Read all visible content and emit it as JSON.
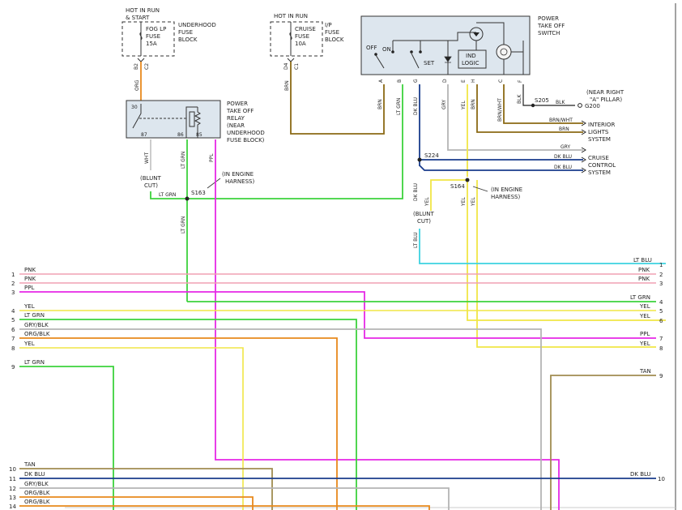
{
  "colors": {
    "orange": "#e8891c",
    "brown": "#8b6914",
    "lt_grn": "#3cd23c",
    "dk_blu": "#1a3c8c",
    "lt_blu": "#3cd2e0",
    "pink": "#f0a0b4",
    "ppl": "#e628e6",
    "yel": "#f0e646",
    "gry": "#b4b4b4",
    "tan": "#a08c50",
    "brn_wht": "#8b6914",
    "blk": "#222222",
    "box": "#dde6ee",
    "wire_dark": "#333333"
  },
  "fog_fuse": {
    "supply": [
      "HOT IN RUN",
      "& START"
    ],
    "block_label": [
      "UNDERHOOD",
      "FUSE",
      "BLOCK"
    ],
    "name": [
      "FOG LP",
      "FUSE",
      "15A"
    ],
    "pins": [
      "B2",
      "C2"
    ],
    "wire_label": "ORG"
  },
  "cruise_fuse": {
    "supply": "HOT IN RUN",
    "block_label": [
      "I/P",
      "FUSE",
      "BLOCK"
    ],
    "name": [
      "CRUISE",
      "FUSE",
      "10A"
    ],
    "pins": [
      "D4",
      "C1"
    ],
    "wire_label": "BRN"
  },
  "relay": {
    "title": [
      "POWER",
      "TAKE OFF",
      "RELAY",
      "(NEAR",
      "UNDERHOOD",
      "FUSE BLOCK)"
    ],
    "pins": [
      "30",
      "87",
      "86",
      "85"
    ],
    "wires": [
      "WHT",
      "LT GRN",
      "PPL"
    ]
  },
  "switch": {
    "title": [
      "POWER",
      "TAKE OFF",
      "SWITCH"
    ],
    "labels": [
      "OFF",
      "ON",
      "SET"
    ],
    "logic": [
      "IND",
      "LOGIC"
    ],
    "pins": [
      "A",
      "B",
      "G",
      "D",
      "E",
      "H",
      "C",
      "F"
    ],
    "wires": [
      "BRN",
      "LT GRN",
      "DK BLU",
      "GRY",
      "YEL",
      "BRN",
      "BRN/WHT",
      "BLK"
    ]
  },
  "ground": {
    "splice": "S205",
    "wire": "BLK",
    "point": "G200",
    "note": [
      "(NEAR RIGHT",
      "\"A\" PILLAR)"
    ]
  },
  "destinations": {
    "interior": [
      "INTERIOR",
      "LIGHTS",
      "SYSTEM"
    ],
    "cruise": [
      "CRUISE",
      "CONTROL",
      "SYSTEM"
    ],
    "interior_wires": [
      "BRN/WHT",
      "BRN"
    ],
    "cruise_wires": [
      "GRY",
      "DK BLU",
      "DK BLU"
    ]
  },
  "splices": {
    "s163": "S163",
    "s224": "S224",
    "s164": "S164",
    "blunt_cut": [
      "(BLUNT",
      "CUT)"
    ],
    "in_engine": [
      "(IN ENGINE",
      "HARNESS)"
    ]
  },
  "labels_misc": {
    "lt_grn_h": "LT GRN",
    "lt_grn_v": "LT GRN",
    "dk_blu_v": "DK BLU",
    "yel_v": "YEL",
    "yel_v2": "YEL",
    "lt_blu_v": "LT BLU"
  },
  "harness": {
    "left": [
      {
        "num": "1",
        "label": "PNK"
      },
      {
        "num": "2",
        "label": "PNK"
      },
      {
        "num": "3",
        "label": "PPL"
      },
      {
        "num": "4",
        "label": "YEL"
      },
      {
        "num": "5",
        "label": "LT GRN"
      },
      {
        "num": "6",
        "label": "GRY/BLK"
      },
      {
        "num": "7",
        "label": "ORG/BLK"
      },
      {
        "num": "8",
        "label": "YEL"
      },
      {
        "num": "9",
        "label": "LT GRN"
      },
      {
        "num": "10",
        "label": "TAN"
      },
      {
        "num": "11",
        "label": "DK BLU"
      },
      {
        "num": "12",
        "label": "GRY/BLK"
      },
      {
        "num": "13",
        "label": "ORG/BLK"
      },
      {
        "num": "14",
        "label": "ORG/BLK"
      }
    ],
    "right": [
      {
        "num": "1",
        "label": "LT BLU"
      },
      {
        "num": "2",
        "label": "PNK"
      },
      {
        "num": "3",
        "label": "PNK"
      },
      {
        "num": "4",
        "label": "LT GRN"
      },
      {
        "num": "5",
        "label": "YEL"
      },
      {
        "num": "6",
        "label": "YEL"
      },
      {
        "num": "7",
        "label": "PPL"
      },
      {
        "num": "8",
        "label": "YEL"
      },
      {
        "num": "9",
        "label": "TAN"
      },
      {
        "num": "10",
        "label": "DK BLU"
      }
    ]
  }
}
